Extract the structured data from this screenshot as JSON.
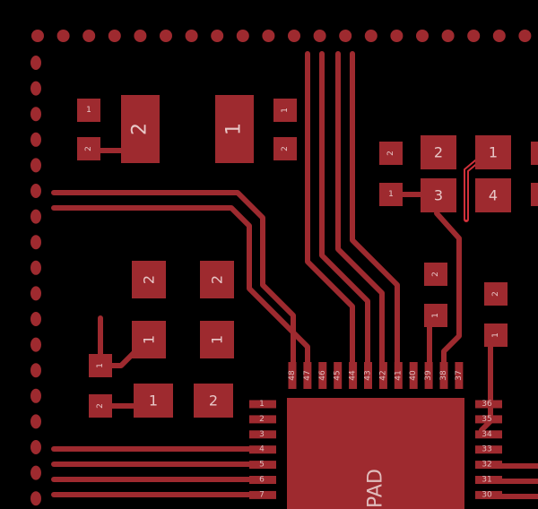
{
  "colors": {
    "background": "#000000",
    "copper": "#9e2a2f",
    "highlight": "#d0303a",
    "label": "#e8c8c8"
  },
  "pads": {
    "u1_pin1": "1",
    "u1_pin2": "2",
    "u2_pin2": "2",
    "u3_pin1": "1",
    "u4_pin1": "1",
    "u4_pin2": "2",
    "q1_pin2": "2",
    "q1_pin1": "1",
    "q1_pin3": "3",
    "q1_pin4": "4",
    "c1_pin2": "2",
    "c1_pin1": "1",
    "r1_pin2": "2",
    "r1_pin1": "1",
    "r2_pin2": "2",
    "r2_pin1": "1",
    "r3_pin2": "2",
    "r3_pin1": "1",
    "r4_pin1": "1",
    "r4_pin2": "2",
    "r5_pin1": "1",
    "r5_pin2": "2",
    "d1_pin2": "2",
    "d1_pin1": "1",
    "d2_pin2": "2",
    "d2_pin1": "1"
  },
  "ic": {
    "epad_label": "PAD",
    "top_pins": [
      "48",
      "47",
      "46",
      "45",
      "44",
      "43",
      "42",
      "41",
      "40",
      "39",
      "38",
      "37"
    ],
    "left_pins": [
      "1",
      "2",
      "3",
      "4",
      "5",
      "6",
      "7"
    ],
    "right_pins": [
      "36",
      "35",
      "34",
      "33",
      "32",
      "31",
      "30"
    ]
  }
}
